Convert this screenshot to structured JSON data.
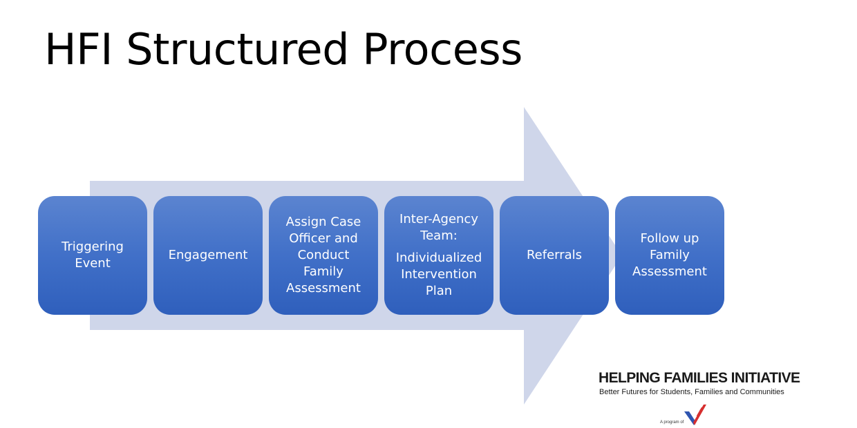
{
  "slide": {
    "title": "HFI Structured Process"
  },
  "process": {
    "steps": [
      {
        "id": "triggering-event",
        "lines": [
          "Triggering",
          "Event"
        ]
      },
      {
        "id": "engagement",
        "lines": [
          "Engagement"
        ]
      },
      {
        "id": "assign-case-officer",
        "lines": [
          "Assign Case",
          "Officer and",
          "Conduct",
          "Family",
          "Assessment"
        ]
      },
      {
        "id": "inter-agency-team",
        "lines": [
          "Inter-Agency",
          "Team:",
          "Individualized",
          "Intervention",
          "Plan"
        ]
      },
      {
        "id": "referrals",
        "lines": [
          "Referrals"
        ]
      },
      {
        "id": "follow-up",
        "lines": [
          "Follow up",
          "Family",
          "Assessment"
        ]
      }
    ]
  },
  "logo": {
    "name": "HELPING FAMILIES INITIATIVE",
    "tagline": "Better Futures for Students, Families and Communities",
    "program_of": "A program of"
  },
  "colors": {
    "arrow": "#cfd6ea",
    "step_fill": "#4170c8",
    "step_text": "#ffffff",
    "logo_red": "#d62f2f",
    "logo_blue": "#2f55b0"
  }
}
